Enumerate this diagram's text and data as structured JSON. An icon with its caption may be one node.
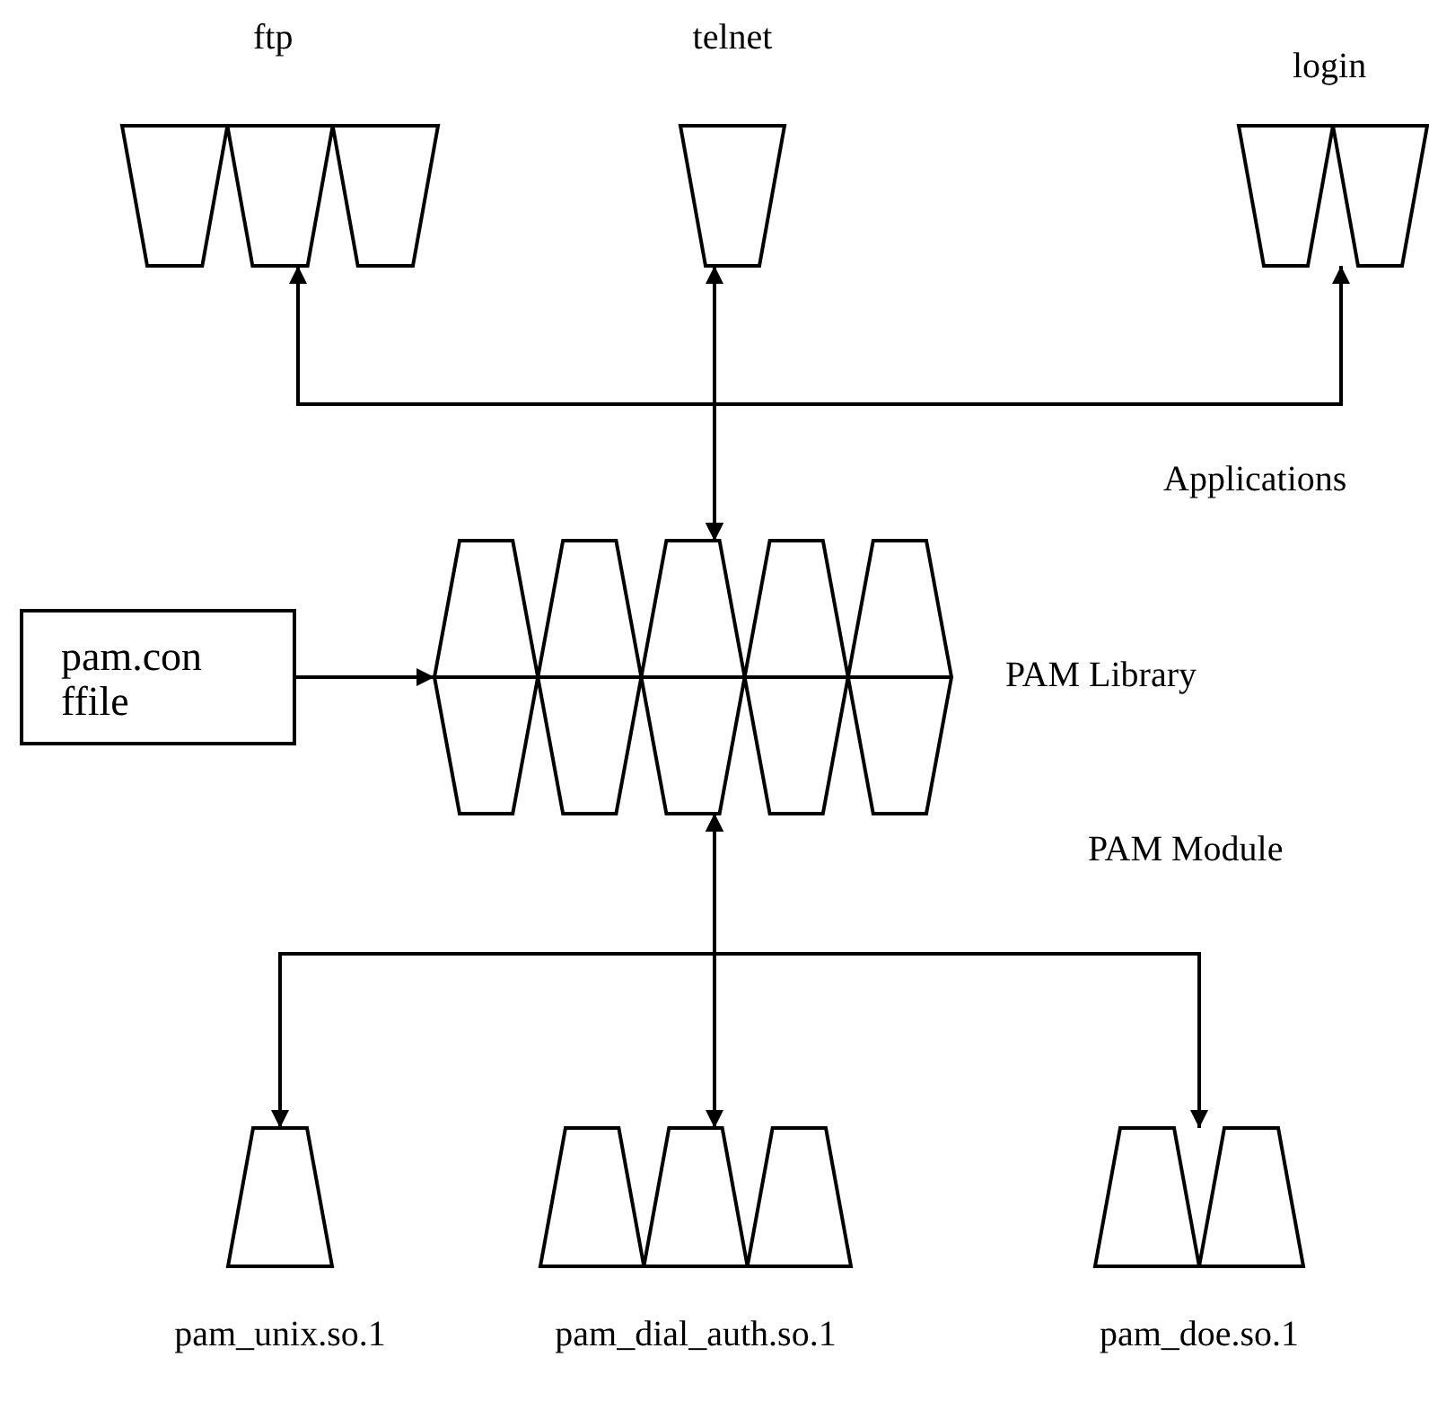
{
  "diagram": {
    "nodes": [
      {
        "text": [
          "ftp"
        ]
      },
      {
        "text": [
          "telnet"
        ]
      },
      {
        "text": [
          "login"
        ]
      },
      {
        "text": [],
        "shape": "hexagon",
        "beside": [
          "PAM Library"
        ]
      },
      {
        "text": [
          "pam.con ffile"
        ]
      },
      {
        "text": [
          "pam_unix.so.1"
        ]
      },
      {
        "text": [
          "pam_dial_auth.so.1"
        ]
      },
      {
        "text": [
          "pam_doe.so.1"
        ]
      }
    ],
    "edges": [
      {
        "from": 3,
        "to": 0,
        "arrow": "both"
      },
      {
        "from": 3,
        "to": 1,
        "arrow": "both"
      },
      {
        "from": 3,
        "to": 2,
        "arrow": "both"
      },
      {
        "from": 4,
        "to": 3,
        "arrow": "to"
      },
      {
        "from": 3,
        "to": 5,
        "arrow": "both"
      },
      {
        "from": 3,
        "to": 6,
        "arrow": "both"
      },
      {
        "from": 3,
        "to": 7,
        "arrow": "both"
      }
    ],
    "labels": [
      "Applications",
      "PAM Module"
    ]
  }
}
